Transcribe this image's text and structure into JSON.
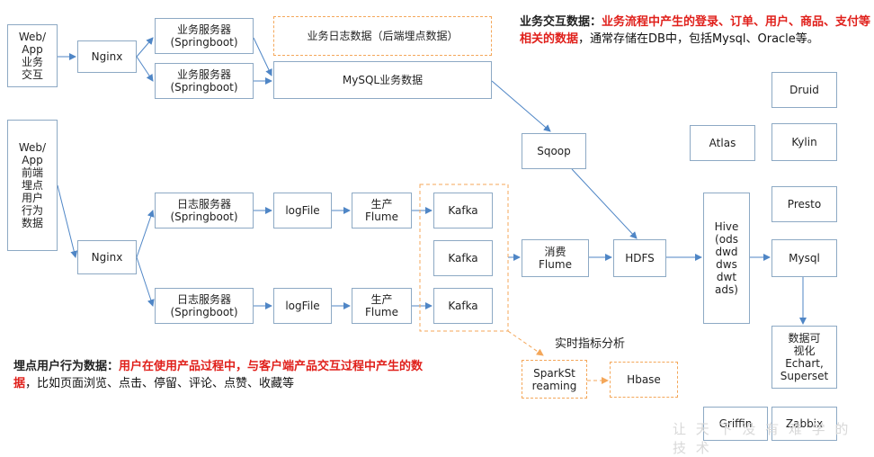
{
  "boxes": {
    "web_app_interaction": "Web/\nApp\n业务\n交互",
    "web_app_tracking": "Web/\nApp\n前端\n埋点\n用户\n行为\n数据",
    "nginx_top": "Nginx",
    "nginx_bottom": "Nginx",
    "biz_server_1": "业务服务器\n(Springboot)",
    "biz_server_2": "业务服务器\n(Springboot)",
    "biz_log_data": "业务日志数据（后端埋点数据）",
    "mysql_biz": "MySQL业务数据",
    "sqoop": "Sqoop",
    "log_server_1": "日志服务器\n(Springboot)",
    "log_server_2": "日志服务器\n(Springboot)",
    "logfile_1": "logFile",
    "logfile_2": "logFile",
    "produce_flume_1": "生产\nFlume",
    "produce_flume_2": "生产\nFlume",
    "kafka_1": "Kafka",
    "kafka_2": "Kafka",
    "kafka_3": "Kafka",
    "consume_flume": "消费\nFlume",
    "hdfs": "HDFS",
    "hive": "Hive\n(ods\ndwd\ndws\ndwt\nads)",
    "mysql_out": "Mysql",
    "atlas": "Atlas",
    "druid": "Druid",
    "kylin": "Kylin",
    "presto": "Presto",
    "visualization": "数据可\n视化\nEchart,\nSuperset",
    "spark_streaming": "SparkSt\nreaming",
    "hbase": "Hbase",
    "griffin": "Griffin",
    "zabbix": "Zabbix"
  },
  "labels": {
    "realtime": "实时指标分析"
  },
  "notes": {
    "top_title": "业务交互数据：",
    "top_red": "业务流程中产生的登录、订单、用户、商品、支付等相关的数据",
    "top_rest": "，通常存储在DB中，包括Mysql、Oracle等。",
    "bottom_title": "埋点用户行为数据：",
    "bottom_red": "用户在使用产品过程中，与客户端产品交互过程中产生的数据",
    "bottom_rest": "，比如页面浏览、点击、停留、评论、点赞、收藏等"
  },
  "colors": {
    "box_border": "#8da9c4",
    "arrow": "#4f86c6",
    "dashed_orange": "#f4a75a",
    "red_text": "#e0201b"
  }
}
